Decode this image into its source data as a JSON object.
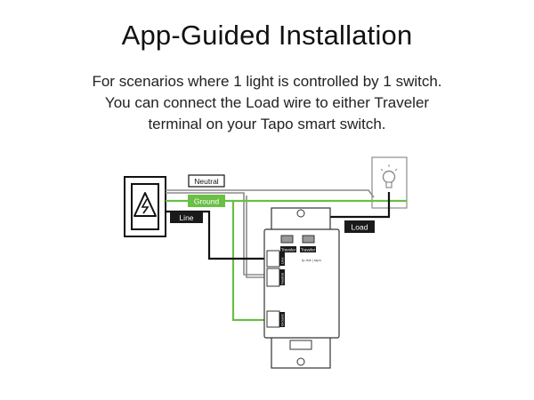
{
  "header": {
    "title": "App-Guided Installation",
    "subtitle_lines": [
      "For scenarios where 1 light is controlled by 1 switch.",
      "You can connect the Load wire to either Traveler",
      "terminal on your Tapo smart switch."
    ]
  },
  "wires": {
    "neutral": "Neutral",
    "ground": "Ground",
    "line": "Line",
    "load": "Load"
  },
  "switch": {
    "terminal_left": "Traveler",
    "terminal_right": "Traveler",
    "brand": "tp-link | tapo",
    "side_labels": [
      "Line",
      "Neutral",
      "Ground"
    ]
  },
  "colors": {
    "ground_green": "#6abf45",
    "wire_gray": "#8c8c8c",
    "wire_black": "#111111",
    "label_black": "#1a1a1a"
  }
}
